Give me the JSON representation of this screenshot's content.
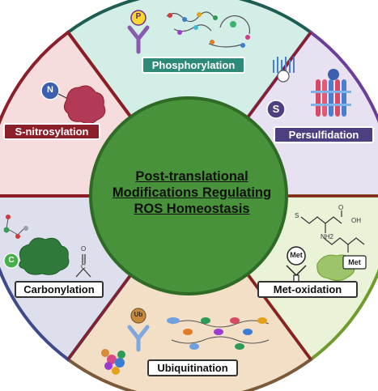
{
  "center": {
    "title_lines": [
      "Post-translational",
      "Modifications Regulating",
      "ROS Homeostasis"
    ]
  },
  "segments": {
    "phosphorylation": {
      "label": "Phosphorylation",
      "badge": "P",
      "color": "#2e8a78",
      "fill": "#d3ede7",
      "border": "#1e5e52"
    },
    "persulfidation": {
      "label": "Persulfidation",
      "badge": "S",
      "color": "#4d3f80",
      "fill": "#e7e1f2",
      "border": "#6b3f99"
    },
    "met_oxidation": {
      "label": "Met-oxidation",
      "badge_met": "Met",
      "badge_met_box": "Met",
      "color": "#ffffff",
      "fill": "#eaf2d8",
      "border": "#6f9d2d"
    },
    "ubiquitination": {
      "label": "Ubiquitination",
      "badge": "Ub",
      "color": "#ffffff",
      "fill": "#f2dfc6",
      "border": "#7a5a3a"
    },
    "carbonylation": {
      "label": "Carbonylation",
      "badge": "C",
      "color": "#ffffff",
      "fill": "#dde0ec",
      "border": "#3e4a8a"
    },
    "s_nitrosylation": {
      "label": "S-nitrosylation",
      "badge": "N",
      "color": "#8b1f2a",
      "fill": "#f6dcdc",
      "border": "#8b1f2a"
    }
  },
  "chemistry": {
    "met_structure_labels": [
      "S",
      "OH",
      "NH2",
      "O"
    ],
    "carbonyl_labels": [
      "O",
      "C"
    ]
  },
  "colors": {
    "center_fill": "#47923a",
    "center_border": "#2f6a27",
    "spokes": "#8c1d24"
  }
}
